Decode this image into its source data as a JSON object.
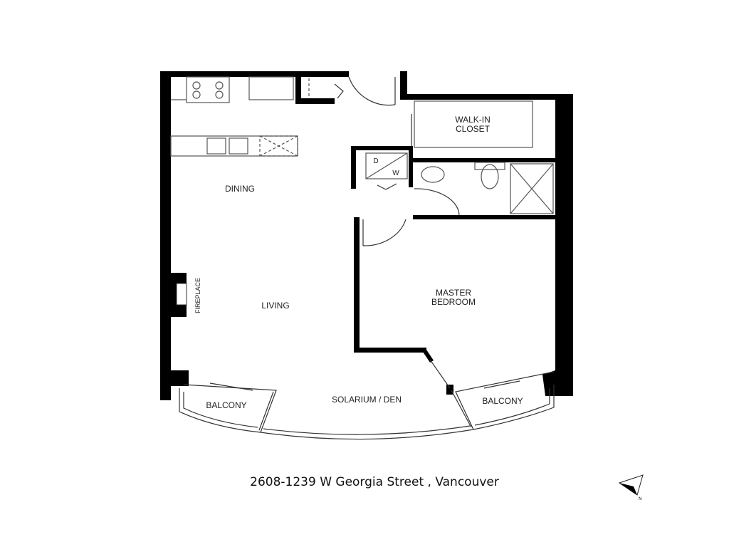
{
  "plan": {
    "rooms": {
      "walk_in_closet_line1": "WALK-IN",
      "walk_in_closet_line2": "CLOSET",
      "dining": "DINING",
      "living": "LIVING",
      "fireplace": "FIREPLACE",
      "master_bedroom_line1": "MASTER",
      "master_bedroom_line2": "BEDROOM",
      "solarium_den": "SOLARIUM / DEN",
      "balcony_left": "BALCONY",
      "balcony_right": "BALCONY",
      "laundry_d": "D",
      "laundry_w": "W"
    },
    "address": "2608-1239 W Georgia Street , Vancouver",
    "north_label": "N",
    "colors": {
      "wall": "#000000",
      "fixture": "#555555",
      "background": "#ffffff"
    }
  }
}
